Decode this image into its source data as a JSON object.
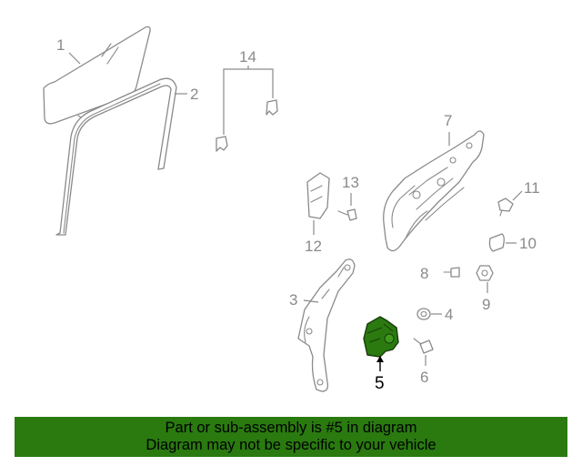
{
  "callouts": {
    "c1": "1",
    "c2": "2",
    "c3": "3",
    "c4": "4",
    "c5": "5",
    "c6": "6",
    "c7": "7",
    "c8": "8",
    "c9": "9",
    "c10": "10",
    "c11": "11",
    "c12": "12",
    "c13": "13",
    "c14": "14"
  },
  "highlight_color": "#2a7a10",
  "banner": {
    "line1": "Part or sub-assembly is #5 in diagram",
    "line2": "Diagram may not be specific to your vehicle"
  }
}
